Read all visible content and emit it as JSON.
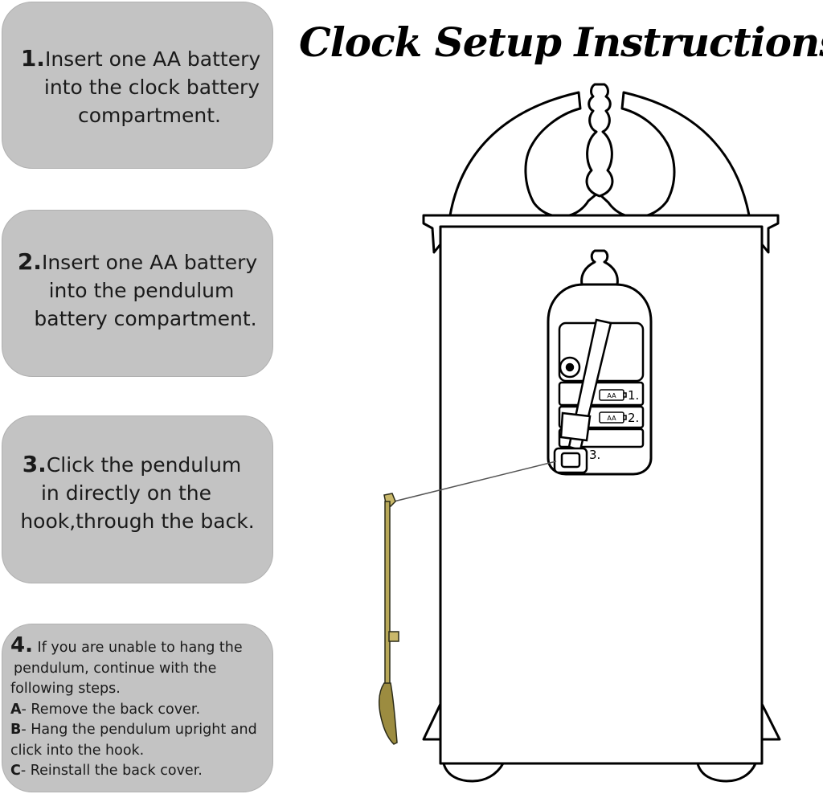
{
  "title": "Clock Setup Instructions",
  "steps": [
    {
      "number": "1.",
      "lines": [
        "Insert one AA battery",
        "into the clock battery",
        "compartment."
      ]
    },
    {
      "number": "2.",
      "lines": [
        "Insert one AA battery",
        "into the pendulum",
        "battery compartment."
      ]
    },
    {
      "number": "3.",
      "lines": [
        "Click the pendulum",
        "in directly on the",
        "hook,through the back."
      ]
    },
    {
      "number": "4.",
      "intro": [
        "If you are unable to hang the",
        "pendulum, continue with the",
        "following steps."
      ],
      "substeps": [
        {
          "letter": "A",
          "lines": [
            "- Remove the back cover."
          ]
        },
        {
          "letter": "B",
          "lines": [
            "- Hang the pendulum upright and",
            "click into the hook."
          ]
        },
        {
          "letter": "C",
          "lines": [
            "- Reinstall the back cover."
          ]
        }
      ]
    }
  ],
  "diagram": {
    "battery_label": "AA",
    "callout_1": "1.",
    "callout_2": "2.",
    "callout_3": "3."
  }
}
